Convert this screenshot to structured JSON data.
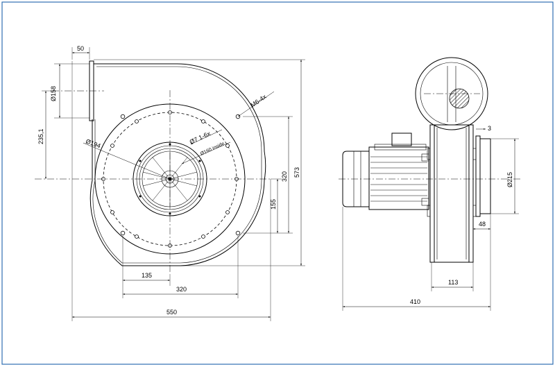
{
  "front_view": {
    "dim_outlet_width": "50",
    "dim_outlet_diameter": "Ø158",
    "dim_outlet_height": "235,1",
    "dim_bolt_thread": "M6-4x",
    "dim_inlet_flange_diameter": "Ø194",
    "dim_inlet_holes": "Ø7 1-6x",
    "dim_inlet_inside": "Ø160 inside",
    "dim_vertical_320": "320",
    "dim_vertical_573": "573",
    "dim_vertical_155": "155",
    "dim_horizontal_135": "135",
    "dim_horizontal_320": "320",
    "dim_horizontal_550": "550"
  },
  "side_view": {
    "dim_flange_3": "3",
    "dim_outlet_215": "Ø215",
    "dim_48": "48",
    "dim_113": "113",
    "dim_410": "410"
  },
  "colors": {
    "frame": "#2f6fb2",
    "line": "#000000",
    "background": "#ffffff"
  }
}
